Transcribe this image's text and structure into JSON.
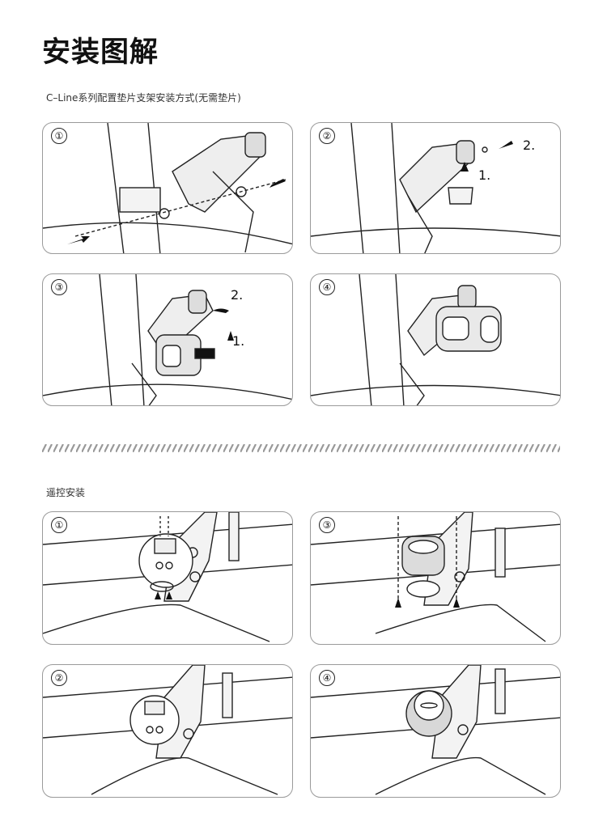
{
  "header": {
    "title": "安装图解",
    "subtitle": "C–Line系列配置垫片支架安装方式(无需垫片)"
  },
  "section1": {
    "steps": [
      {
        "num": "①",
        "labels": []
      },
      {
        "num": "②",
        "labels": [
          "2.",
          "1."
        ]
      },
      {
        "num": "③",
        "labels": [
          "2.",
          "1."
        ]
      },
      {
        "num": "④",
        "labels": []
      }
    ]
  },
  "section2": {
    "title": "遥控安装",
    "steps": [
      {
        "num": "①"
      },
      {
        "num": "③"
      },
      {
        "num": "②"
      },
      {
        "num": "④"
      }
    ]
  },
  "colors": {
    "panel_border": "#9a9a9a",
    "line": "#222222",
    "fill": "#f3f3f3"
  },
  "icons": [
    "arrow-icon",
    "light-device-icon",
    "mount-bracket-icon",
    "remote-icon",
    "handlebar-icon"
  ]
}
